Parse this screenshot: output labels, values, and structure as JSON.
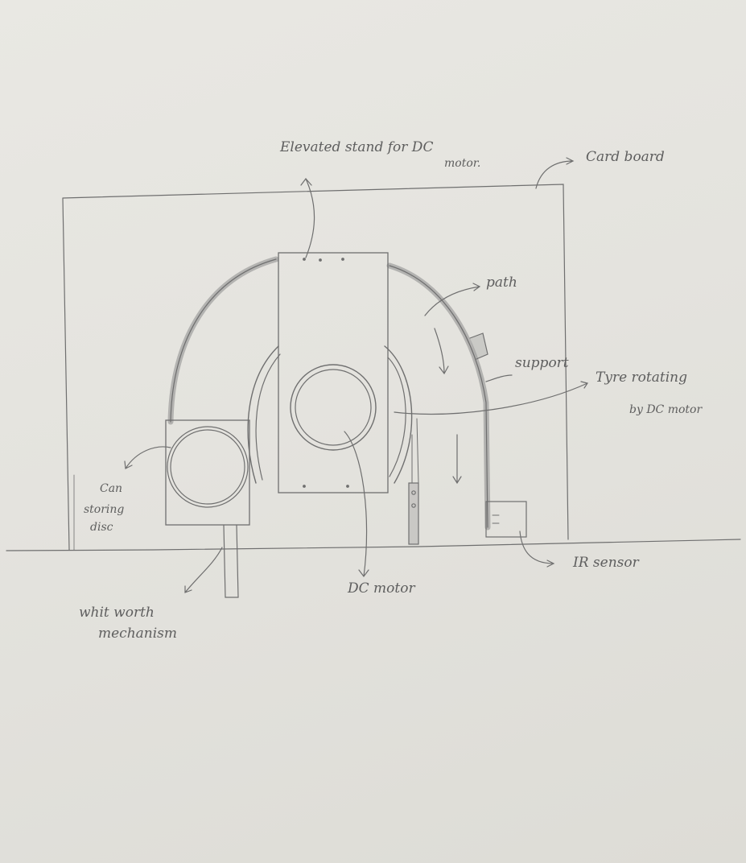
{
  "colors": {
    "paper": "#e6e5e0",
    "pencil": "#6f6f6f",
    "pencil_dark": "#4a4a4a",
    "shade": "#8a8a8a"
  },
  "labels": {
    "elevated_stand_l1": "Elevated stand for DC",
    "elevated_stand_l2": "motor.",
    "cardboard": "Card board",
    "path": "path",
    "support": "support",
    "tyre_l1": "Tyre rotating",
    "tyre_l2": "by DC motor",
    "can_storing_disc_l1": "Can",
    "can_storing_disc_l2": "storing",
    "can_storing_disc_l3": "disc",
    "dc_motor": "DC motor",
    "ir_sensor": "IR sensor",
    "whitworth_l1": "whit worth",
    "whitworth_l2": "mechanism"
  }
}
